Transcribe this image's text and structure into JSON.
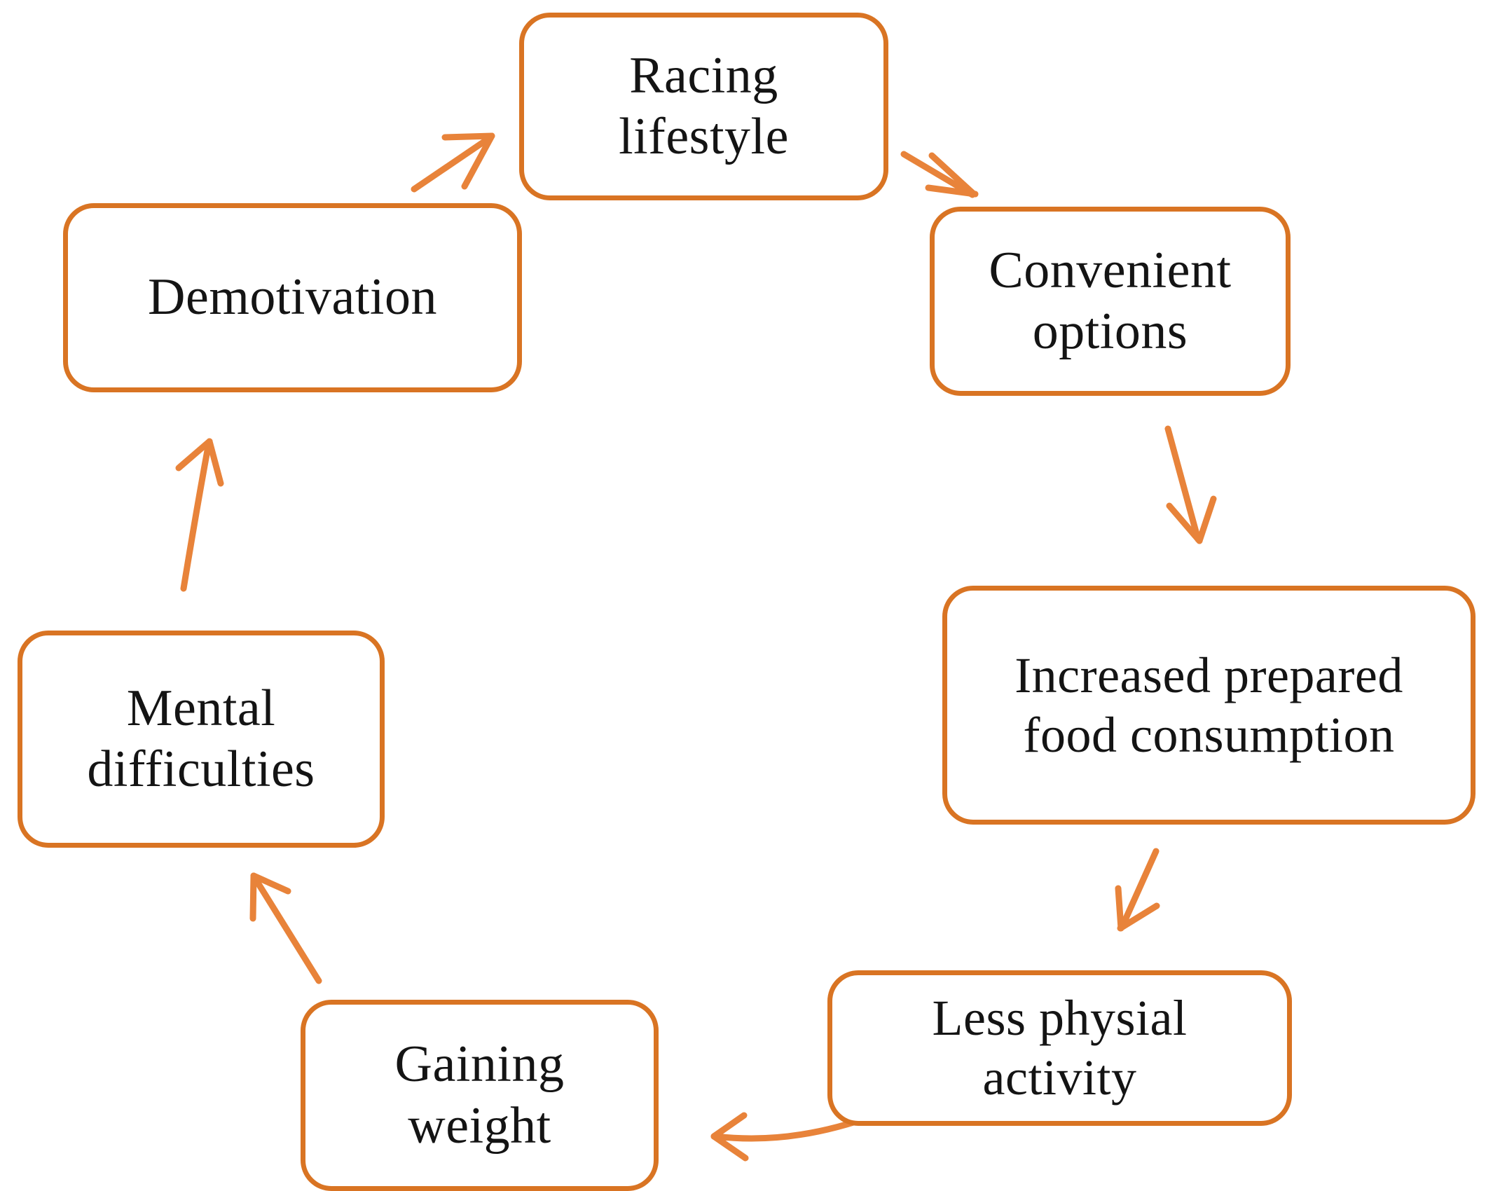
{
  "diagram": {
    "type": "cycle-flowchart",
    "direction": "clockwise",
    "accent_color": "#D97423",
    "text_color": "#141414",
    "background_color": "#FFFFFF",
    "nodes": [
      {
        "id": "racing-lifestyle",
        "label": "Racing\nlifestyle"
      },
      {
        "id": "convenient-options",
        "label": "Convenient\noptions"
      },
      {
        "id": "increased-food",
        "label": "Increased prepared\nfood consumption"
      },
      {
        "id": "less-physical-activity",
        "label": "Less physial\nactivity"
      },
      {
        "id": "gaining-weight",
        "label": "Gaining\nweight"
      },
      {
        "id": "mental-difficulties",
        "label": "Mental\ndifficulties"
      },
      {
        "id": "demotivation",
        "label": "Demotivation"
      }
    ],
    "edges": [
      {
        "from": "racing-lifestyle",
        "to": "convenient-options",
        "direction": "down-right"
      },
      {
        "from": "convenient-options",
        "to": "increased-food",
        "direction": "down"
      },
      {
        "from": "increased-food",
        "to": "less-physical-activity",
        "direction": "down-left"
      },
      {
        "from": "less-physical-activity",
        "to": "gaining-weight",
        "direction": "left"
      },
      {
        "from": "gaining-weight",
        "to": "mental-difficulties",
        "direction": "up-left"
      },
      {
        "from": "mental-difficulties",
        "to": "demotivation",
        "direction": "up"
      },
      {
        "from": "demotivation",
        "to": "racing-lifestyle",
        "direction": "up-right"
      }
    ]
  }
}
